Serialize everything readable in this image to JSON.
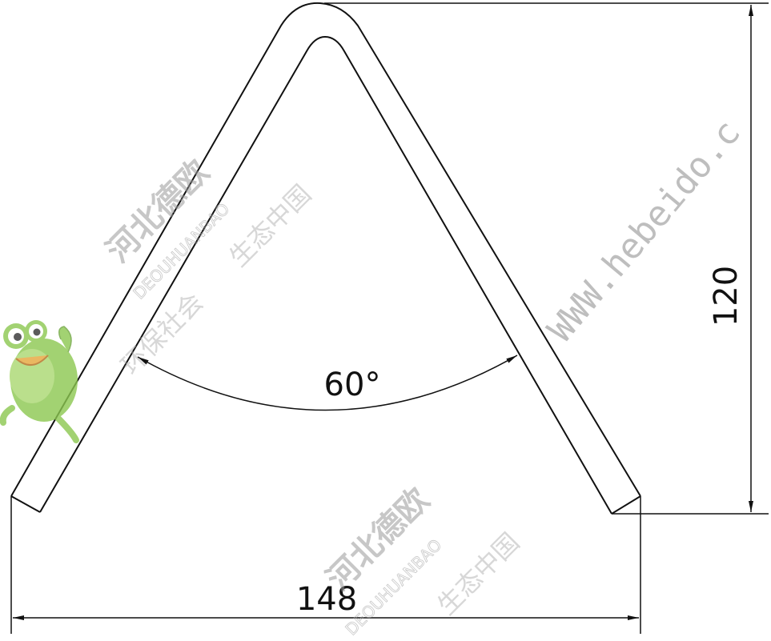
{
  "dimensions": {
    "base_width": "148",
    "height": "120",
    "angle": "60°"
  },
  "watermark": {
    "company": "河北德欧",
    "company_pinyin": "DEOUHUANBAO",
    "slogan_1": "环保社会",
    "slogan_2": "生态中国",
    "url": "WWW.hebeido.c"
  },
  "colors": {
    "line": "#111111",
    "watermark": "#9a9a9a",
    "logo_green": "#7cc04a"
  }
}
